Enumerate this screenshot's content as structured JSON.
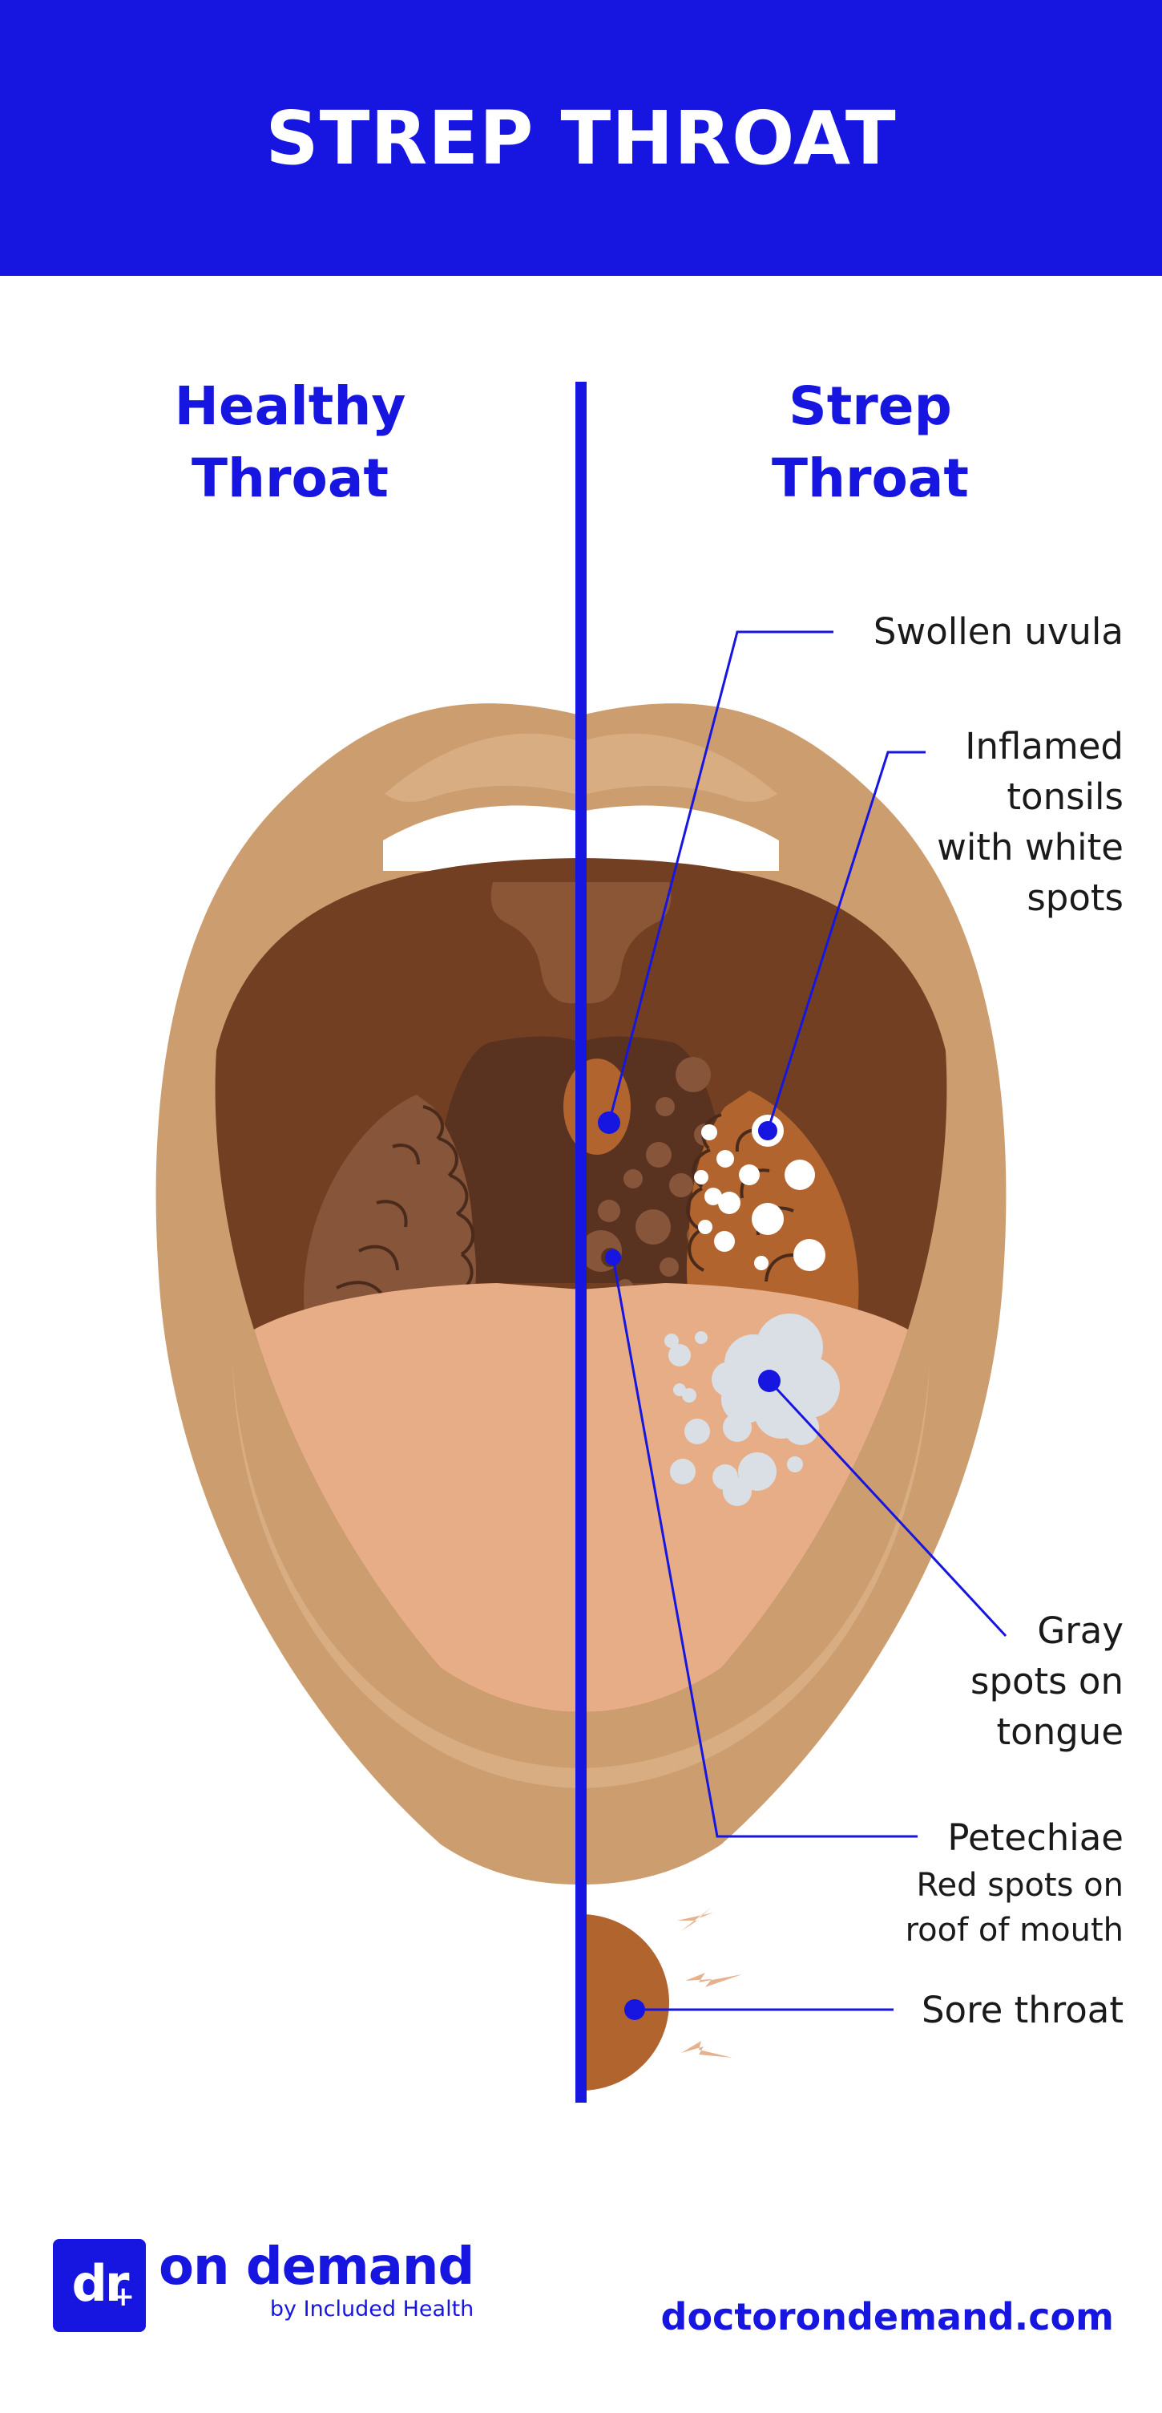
{
  "header": {
    "title": "STREP THROAT"
  },
  "columns": {
    "healthy": {
      "line1": "Healthy",
      "line2": "Throat"
    },
    "strep": {
      "line1": "Strep",
      "line2": "Throat"
    }
  },
  "labels": {
    "swollen_uvula": {
      "line1": "Swollen uvula"
    },
    "inflamed_tonsils": {
      "line1": "Inflamed",
      "line2": "tonsils",
      "line3": "with white",
      "line4": "spots"
    },
    "gray_spots": {
      "line1": "Gray",
      "line2": "spots on",
      "line3": "tongue"
    },
    "petechiae": {
      "line1": "Petechiae",
      "line2": "Red spots on",
      "line3": "roof of mouth"
    },
    "sore_throat": {
      "line1": "Sore throat"
    }
  },
  "footer": {
    "logo_mark": "dr",
    "logo_plus": "+",
    "logo_main": "on demand",
    "logo_sub": "by Included Health",
    "url": "doctorondemand.com"
  },
  "colors": {
    "brand_blue": "#1616e0",
    "lip": "#cc9e6f",
    "lip_highlight": "#d8ad82",
    "mouth_interior": "#723f22",
    "throat_dark": "#5a3220",
    "tongue": "#e6ad87",
    "healthy_tonsil": "#87553a",
    "inflamed_tonsil": "#b1642e",
    "gray_spots": "#d9dfe4",
    "pain_marks": "#e5b28f"
  },
  "icons": [
    "pain-spark-icon"
  ]
}
